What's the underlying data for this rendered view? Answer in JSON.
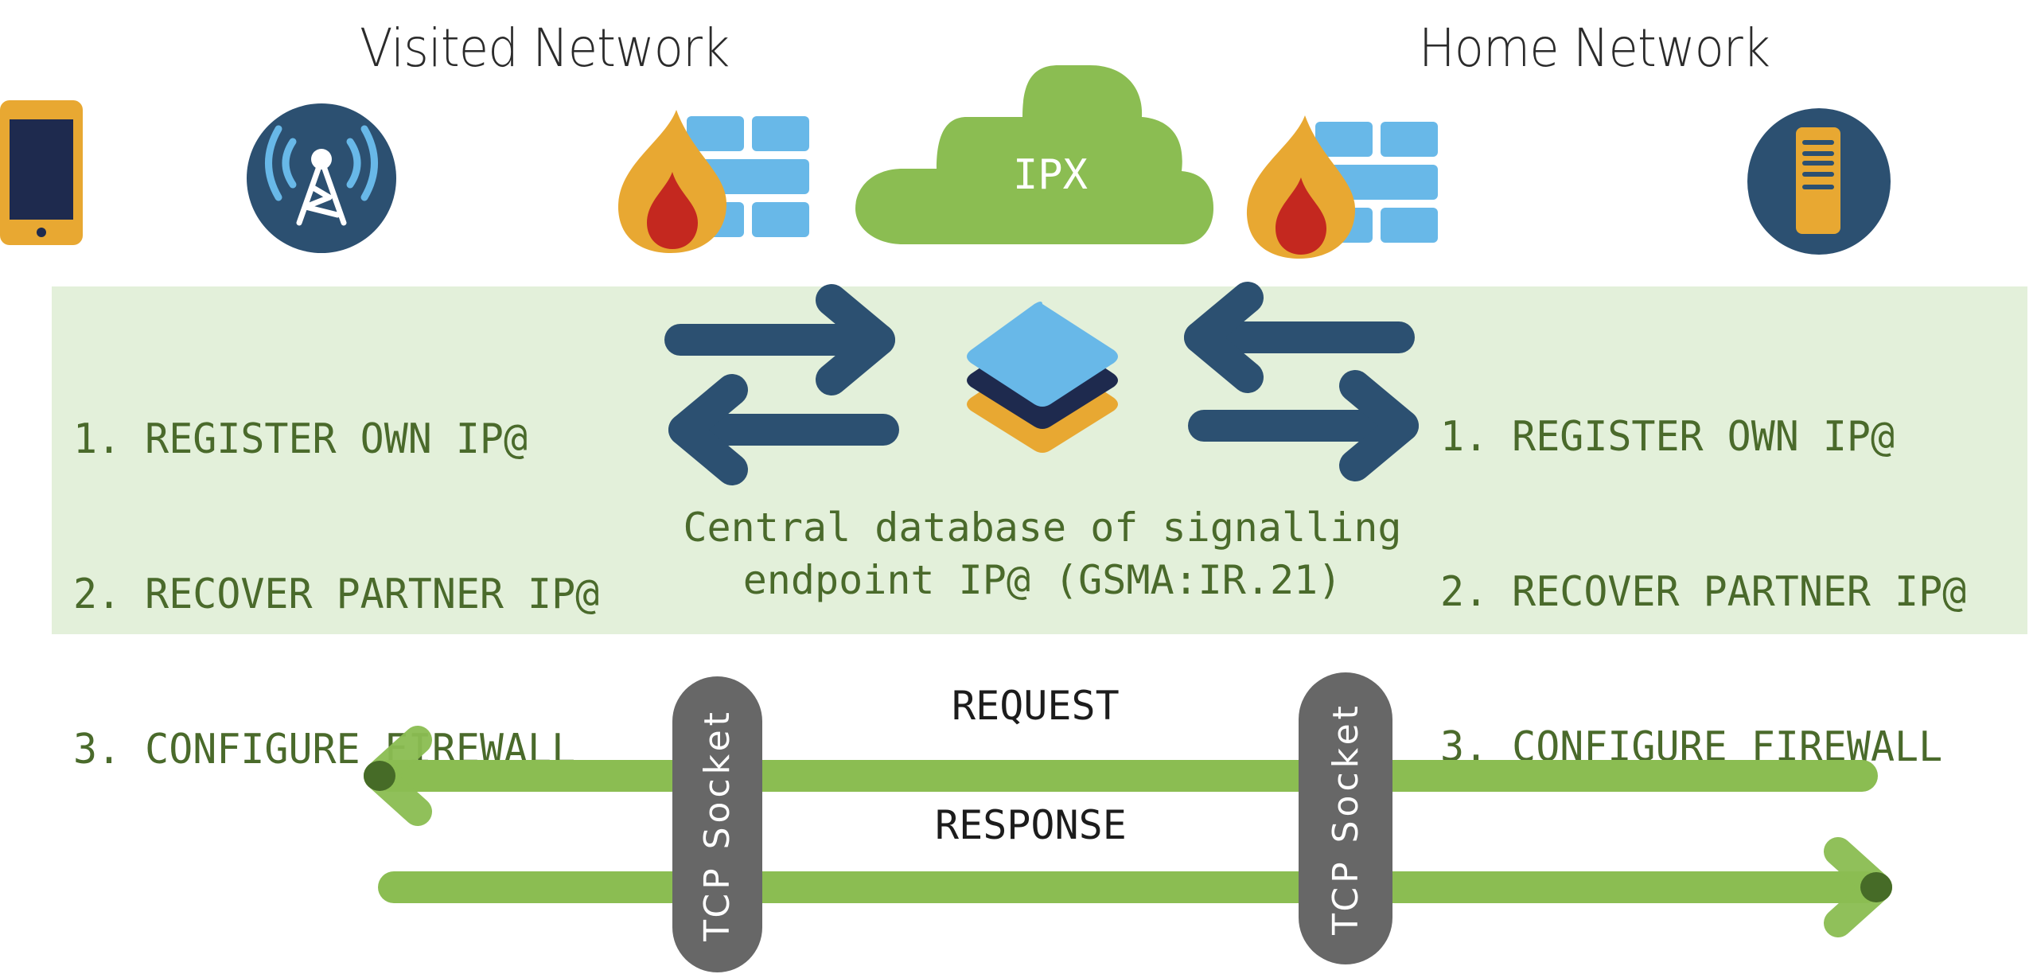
{
  "titles": {
    "visited": "Visited Network",
    "home": "Home Network"
  },
  "cloud": {
    "label": "IPX"
  },
  "left_steps": [
    "1. REGISTER OWN IP@",
    "2. RECOVER PARTNER IP@",
    "3. CONFIGURE FIREWALL"
  ],
  "right_steps": [
    "1. REGISTER OWN IP@",
    "2. RECOVER PARTNER IP@",
    "3. CONFIGURE FIREWALL"
  ],
  "database_caption": {
    "line1": "Central database of signalling",
    "line2": "endpoint IP@ (GSMA:IR.21)"
  },
  "flows": {
    "request_label": "REQUEST",
    "response_label": "RESPONSE"
  },
  "sockets": [
    {
      "label": "TCP Socket"
    },
    {
      "label": "TCP Socket"
    }
  ],
  "icons": {
    "phone": "mobile-phone-icon",
    "tower": "cell-tower-icon",
    "firewall_visited": "firewall-icon",
    "firewall_home": "firewall-icon",
    "cloud": "cloud-icon",
    "database": "layers-database-icon",
    "server": "server-icon"
  },
  "colors": {
    "panel_bg": "#e3f0da",
    "text_green": "#4a6a2b",
    "arrow_blue": "#2c5071",
    "flow_green": "#8bbd52",
    "socket_gray": "#676767",
    "flame_orange": "#e8a832",
    "flame_red": "#c4281f",
    "brick_blue": "#68b8e8",
    "navy": "#1e2a4e"
  }
}
